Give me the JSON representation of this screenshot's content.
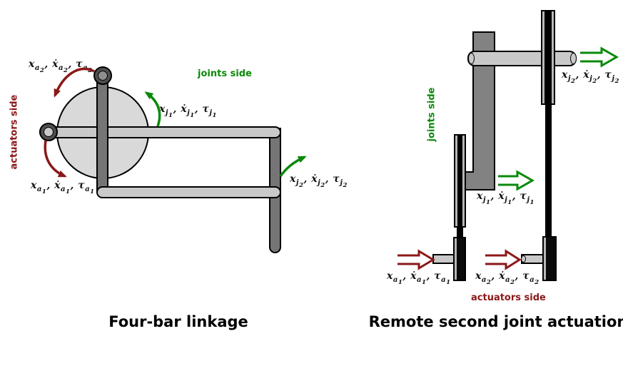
{
  "colors": {
    "maroon": "#8b1818",
    "green": "#0a8a0a",
    "bar_light": "#c9c9c9",
    "bar_dark": "#757575",
    "disc_fill": "#d9d9d9",
    "link_gray": "#828282",
    "rod_stripe": "#b8b8b8",
    "rod_core": "#000000",
    "text_black": "#111111"
  },
  "left_diagram": {
    "title": "Four-bar linkage",
    "joints_side_label": "joints side",
    "actuators_side_label": "actuators side",
    "labels": {
      "a2": "x_{a_2}, ẋ_{a_2}, τ_{a_2}",
      "a1": "x_{a_1}, ẋ_{a_1}, τ_{a_1}",
      "j1": "x_{j_1}, ẋ_{j_1}, τ_{j_1}",
      "j2": "x_{j_2}, ẋ_{j_2}, τ_{j_2}"
    }
  },
  "right_diagram": {
    "title": "Remote second joint actuation",
    "joints_side_label": "joints side",
    "actuators_side_label": "actuators side",
    "labels": {
      "j2": "x_{j_2}, ẋ_{j_2}, τ_{j_2}",
      "j1": "x_{j_1}, ẋ_{j_1}, τ_{j_1}",
      "a1": "x_{a_1}, ẋ_{a_1}, τ_{a_1}",
      "a2": "x_{a_2}, ẋ_{a_2}, τ_{a_2}"
    }
  }
}
